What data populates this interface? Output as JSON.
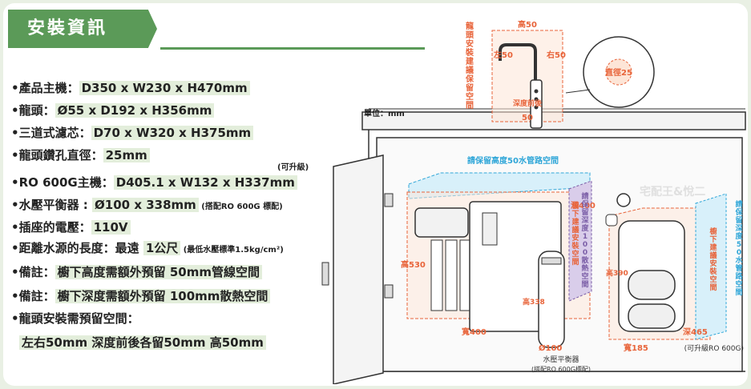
{
  "header": {
    "title": "安裝資訊"
  },
  "specs": [
    {
      "label": "•產品主機：",
      "value": "D350 x W230 x H470mm",
      "note": ""
    },
    {
      "label": "•龍頭：",
      "value": "Ø55 x D192 x H356mm",
      "note": ""
    },
    {
      "label": "•三道式濾芯：",
      "value": "D70 x W320 x H375mm",
      "note": ""
    },
    {
      "label": "•龍頭鑽孔直徑：",
      "value": "25mm",
      "note": ""
    },
    {
      "label": "•RO 600G主機：",
      "value": "D405.1 x W132 x H337mm",
      "note": ""
    },
    {
      "label": "•水壓平衡器 : ",
      "value": "Ø100 x 338mm",
      "note": "(搭配RO 600G 標配)"
    },
    {
      "label": "•插座的電壓：",
      "value": "110V",
      "note": ""
    },
    {
      "label": "•距離水源的長度：最遠 ",
      "value": "1公尺",
      "note": "(最低水壓標準1.5kg/cm²)"
    },
    {
      "label": "•備註：",
      "value": "櫥下高度需額外預留 50mm管線空間",
      "note": ""
    },
    {
      "label": "•備註：",
      "value": "櫥下深度需額外預留 100mm散熱空間",
      "note": ""
    },
    {
      "label": "•龍頭安裝需預留空間：",
      "value": "",
      "note": ""
    },
    {
      "label": "",
      "value": "左右50mm 深度前後各留50mm 高50mm",
      "note": ""
    }
  ],
  "upgrade_note": "(可升級)",
  "diagram": {
    "unit": "單位：mm",
    "faucet_space_vertical": "龍頭安裝建議保留空間",
    "h50": "高50",
    "left50": "左50",
    "right50": "右50",
    "depth_front_back": "深度前後",
    "depth50": "50",
    "diameter25": "直徑25",
    "pipe_space_top": "請保留高度50水管路空間",
    "h530": "高530",
    "d400": "深400",
    "w400": "寬400",
    "under_cabinet_depth_100": "櫥下建議安裝空間",
    "heat_space": "請保留深度100散熱空間",
    "h338": "高338",
    "dia100": "Ø100",
    "balancer": "水壓平衡器",
    "balancer_note": "(搭配RO 600G標配)",
    "h390": "高390",
    "w185": "寬185",
    "d465": "深465",
    "ro_upgrade": "(可升級RO 600G)",
    "pipe_space_right": "請保留深度50水管路空間",
    "cabinet_space_right": "櫥下建議安裝空間",
    "watermark": "宅配王&悅二"
  },
  "colors": {
    "accent": "#5b9a58",
    "orange": "#e8643a",
    "purple": "#7b5ea7",
    "blue": "#2fa6d8",
    "highlight": "#e3eedb"
  }
}
